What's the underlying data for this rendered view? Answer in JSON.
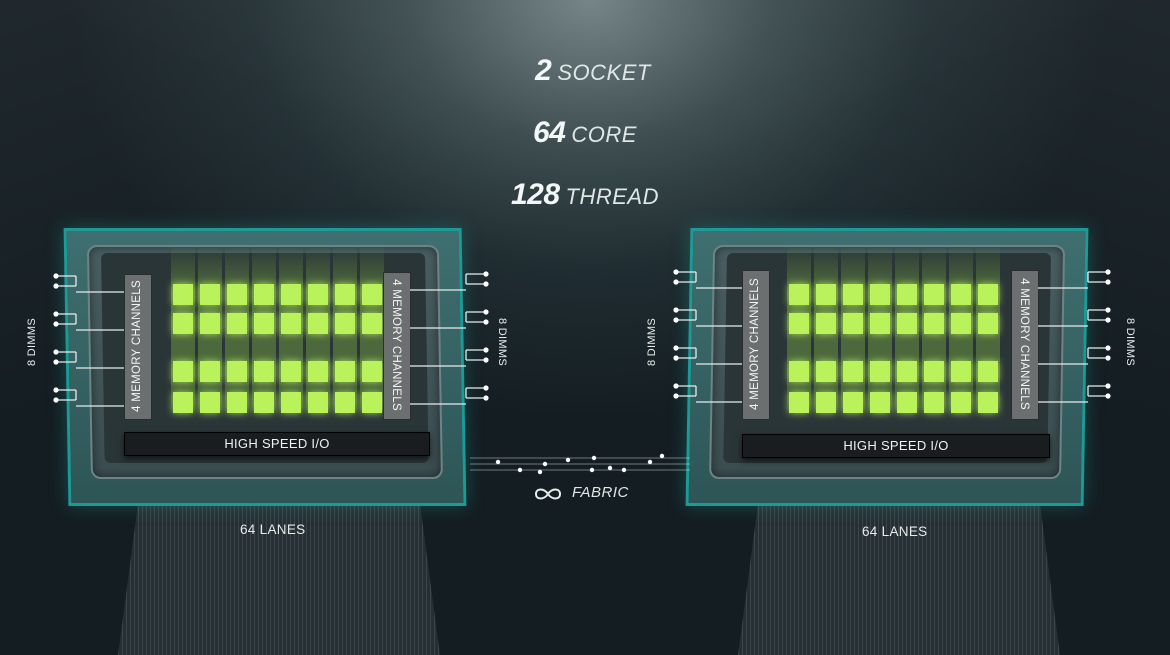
{
  "stats": [
    {
      "number": "2",
      "unit": "SOCKET"
    },
    {
      "number": "64",
      "unit": "CORE"
    },
    {
      "number": "128",
      "unit": "THREAD"
    }
  ],
  "sockets": [
    {
      "memory_left": "4 MEMORY CHANNELS",
      "memory_right": "4 MEMORY CHANNELS",
      "io_label": "HIGH SPEED I/O",
      "dimms_left": "8 DIMMS",
      "dimms_right": "8 DIMMS",
      "lanes": "64 LANES"
    },
    {
      "memory_left": "4 MEMORY CHANNELS",
      "memory_right": "4 MEMORY CHANNELS",
      "io_label": "HIGH SPEED I/O",
      "dimms_left": "8 DIMMS",
      "dimms_right": "8 DIMMS",
      "lanes": "64 LANES"
    }
  ],
  "fabric": {
    "label": "FABRIC",
    "icon": "infinity-icon"
  },
  "colors": {
    "core": "#b9f25a",
    "chip_border": "#1e9a96",
    "io_bar": "#1a1d1f",
    "memory_block": "#6c6f70"
  },
  "core_grid": {
    "rows": 4,
    "cols": 8
  }
}
